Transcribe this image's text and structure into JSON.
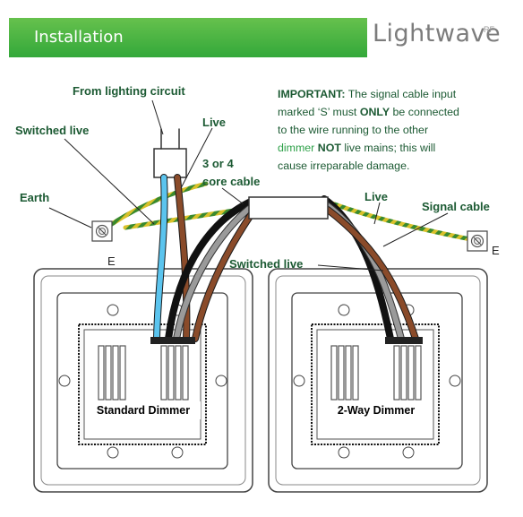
{
  "header": {
    "title": "Installation",
    "logo_text": "Lightwave",
    "logo_suffix": "RF",
    "logo_color": "#33a83a"
  },
  "labels": {
    "from_lighting": "From lighting circuit",
    "live_left": "Live",
    "switched_live_left": "Switched live",
    "core_cable_line1": "3 or 4",
    "core_cable_line2": "core cable",
    "earth": "Earth",
    "earth_left_symbol": "E",
    "earth_right_symbol": "E",
    "live_right": "Live",
    "signal_cable": "Signal cable",
    "switched_live_right": "Switched live"
  },
  "important": {
    "heading": "IMPORTANT:",
    "p1": " The signal cable input",
    "p2": "marked ‘S’ must ",
    "only": "ONLY",
    "p3": " be connected",
    "p4": "to the wire running to the other",
    "dimmer": "dimmer",
    "space": " ",
    "not": "NOT",
    "p5": " live mains; this will",
    "p6": "cause irreparable damage."
  },
  "dimmers": {
    "standard": "Standard Dimmer",
    "two_way": "2-Way Dimmer"
  }
}
